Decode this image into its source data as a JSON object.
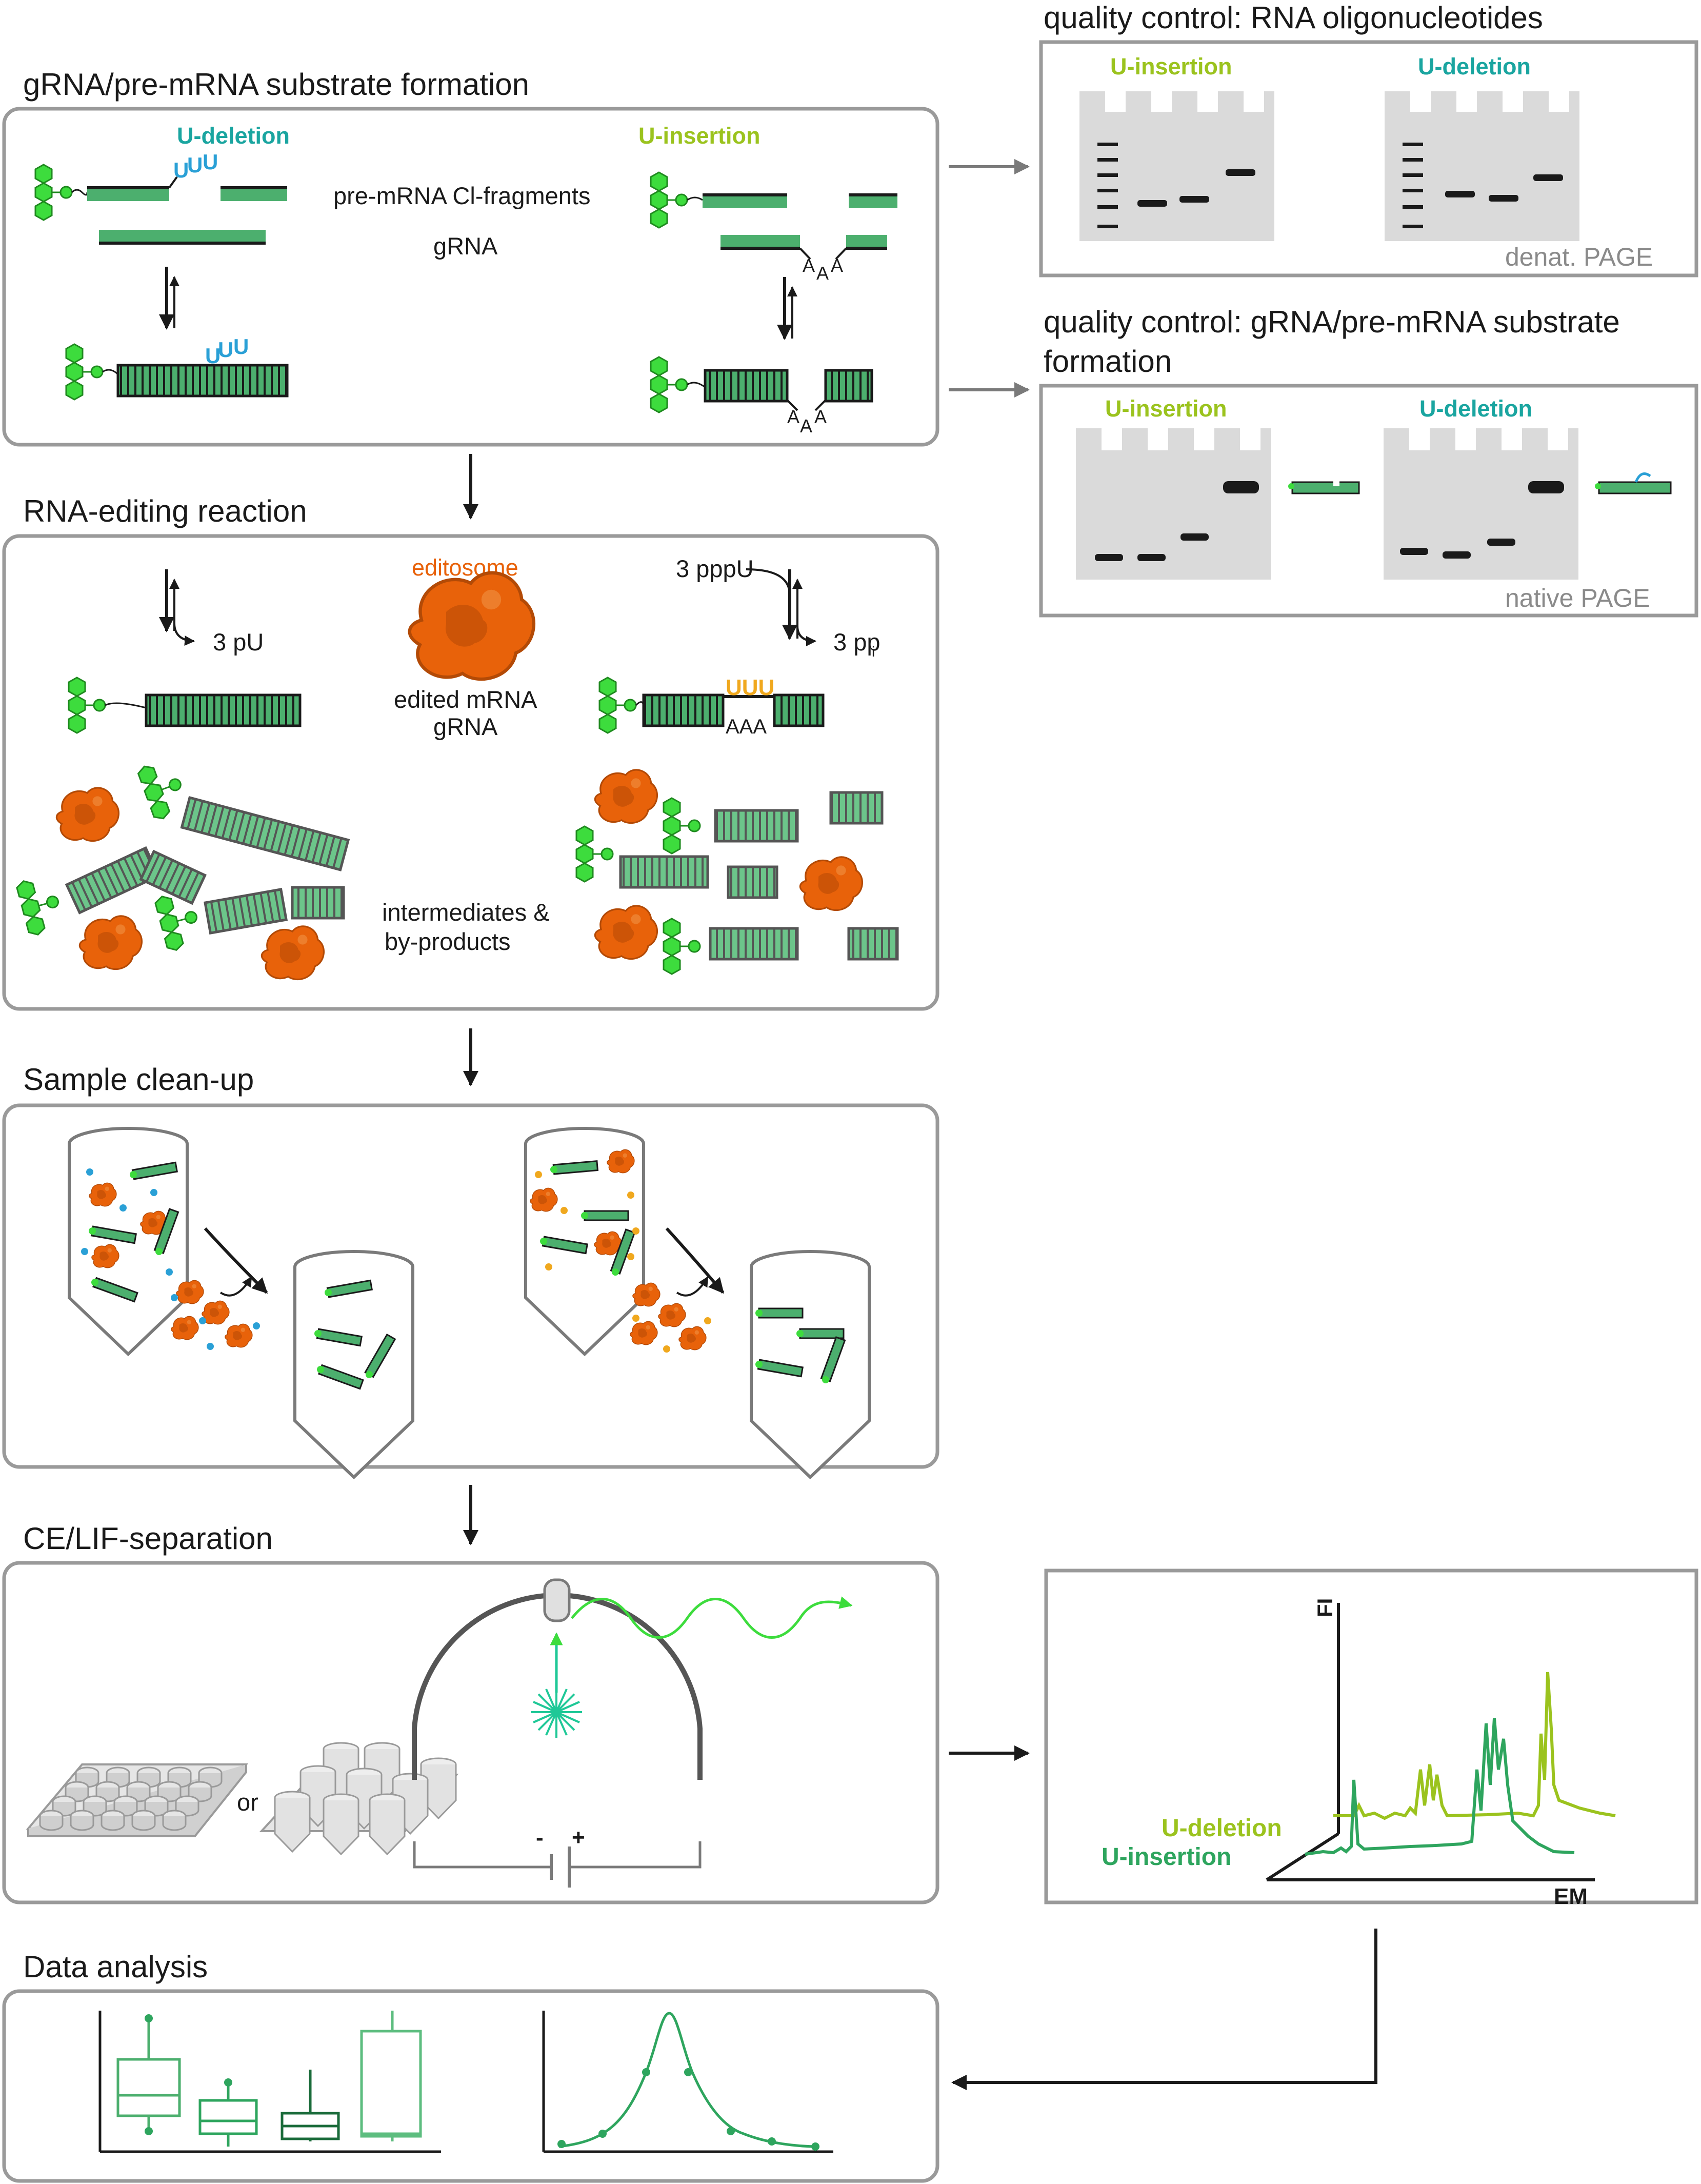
{
  "panels": {
    "substrate": {
      "title": "gRNA/pre-mRNA substrate formation",
      "u_deletion": "U-deletion",
      "u_insertion": "U-insertion",
      "premrna_label": "pre-mRNA Cl-fragments",
      "grna_label": "gRNA",
      "overhang_u": "U",
      "loop_a": "A"
    },
    "editing": {
      "title": "RNA-editing reaction",
      "editosome": "editosome",
      "deletion_product": "3 pU",
      "insertion_reactant": "3 pppU",
      "insertion_product": "3 pp",
      "insertion_product_sub": "i",
      "edited_mrna": "edited mRNA",
      "grna": "gRNA",
      "inserted_u": "UUU",
      "loop_a": "AAA",
      "intermediates_1": "intermediates &",
      "intermediates_2": "by-products"
    },
    "cleanup": {
      "title": "Sample clean-up"
    },
    "ce": {
      "title": "CE/LIF-separation",
      "or": "or",
      "minus": "-",
      "plus": "+"
    },
    "analysis": {
      "title": "Data analysis"
    }
  },
  "qc": {
    "oligo": {
      "title": "quality control: RNA oligonucleotides",
      "lane_a": "U-insertion",
      "lane_b": "U-deletion",
      "caption": "denat. PAGE"
    },
    "substrate": {
      "title_line1": "quality control: gRNA/pre-mRNA substrate",
      "title_line2": "formation",
      "lane_a": "U-insertion",
      "lane_b": "U-deletion",
      "caption": "native PAGE"
    }
  },
  "electropherogram": {
    "y_axis": "FI",
    "x_axis": "EM",
    "trace_deletion": "U-deletion",
    "trace_insertion": "U-insertion",
    "colors": {
      "deletion": "#9bc31e",
      "insertion": "#2ea55e"
    }
  },
  "colors": {
    "rna_green": "#4caf6e",
    "teal": "#1aa5a0",
    "lime": "#9bc31e",
    "orange": "#e8620a",
    "uracil_blue": "#2aa0d6",
    "uracil_orange": "#f0a81e",
    "dye_green": "#3ddc3d"
  },
  "icons": [
    "fluorophore-icon",
    "editosome-icon",
    "tube-icon",
    "laser-icon",
    "plate-icon"
  ]
}
